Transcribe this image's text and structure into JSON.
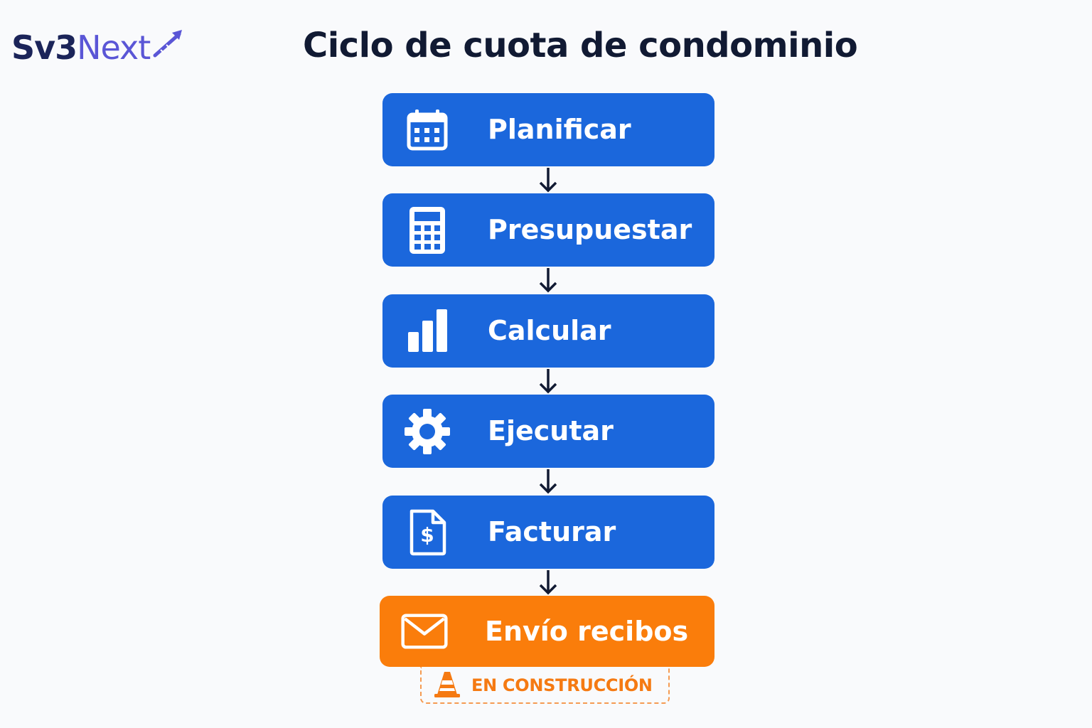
{
  "logo": {
    "part1": "Sv3",
    "part2": "Next",
    "colors": {
      "primary": "#1b2459",
      "secondary": "#5a56d6"
    }
  },
  "title": "Ciclo de cuota de condominio",
  "colors": {
    "step": "#1b67dc",
    "step_accent": "#fa7d0b",
    "arrow": "#111a33",
    "badge": "#f57a12"
  },
  "steps": [
    {
      "label": "Planificar",
      "icon": "calendar-icon"
    },
    {
      "label": "Presupuestar",
      "icon": "calculator-icon"
    },
    {
      "label": "Calcular",
      "icon": "bar-chart-icon"
    },
    {
      "label": "Ejecutar",
      "icon": "gear-icon"
    },
    {
      "label": "Facturar",
      "icon": "invoice-icon"
    },
    {
      "label": "Envío recibos",
      "icon": "envelope-icon"
    }
  ],
  "badge": {
    "text": "EN CONSTRUCCIÓN",
    "icon": "traffic-cone-icon"
  }
}
